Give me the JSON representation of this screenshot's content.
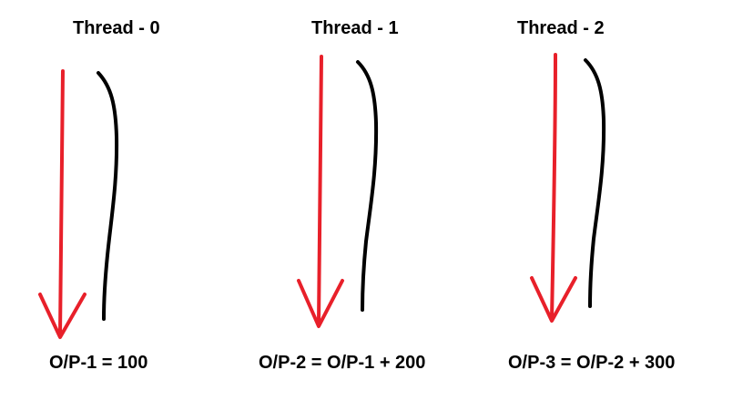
{
  "threads": [
    {
      "title": "Thread - 0",
      "output": "O/P-1 = 100"
    },
    {
      "title": "Thread - 1",
      "output": "O/P-2 = O/P-1 + 200"
    },
    {
      "title": "Thread - 2",
      "output": "O/P-3 = O/P-2 + 300"
    }
  ],
  "colors": {
    "arrow": "#e8202a",
    "stroke": "#000000",
    "text": "#000000",
    "background": "#ffffff"
  }
}
